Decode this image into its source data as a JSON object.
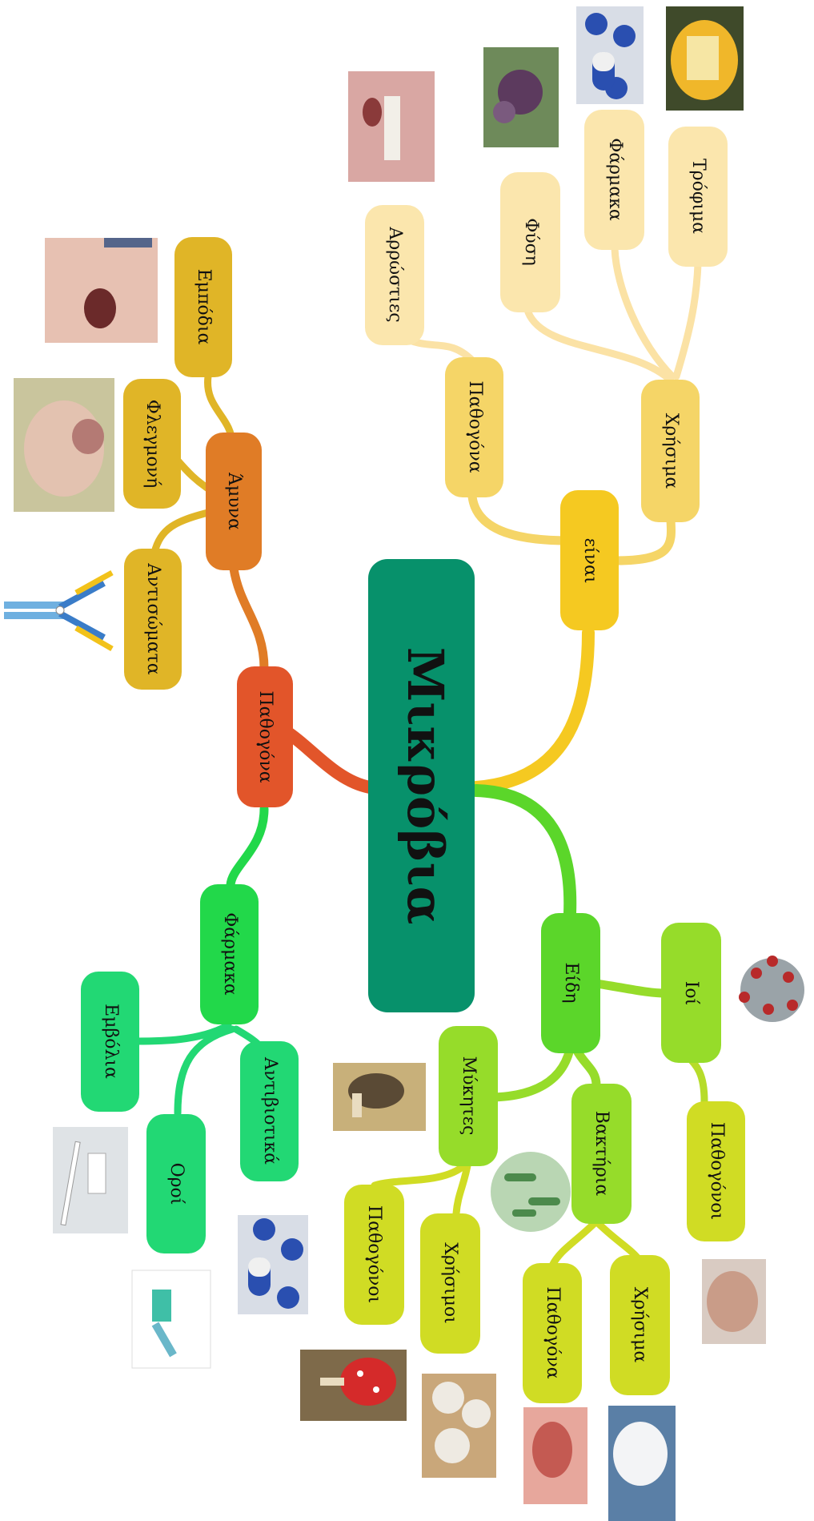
{
  "central": {
    "label": "Μικρόβια",
    "color": "#07916b"
  },
  "nodes": {
    "pathogona": "Παθογόνα",
    "amyna": "Άμυνα",
    "empodia": "Εμπόδια",
    "flegmoni": "Φλεγμονή",
    "antisomata": "Αντισώματα",
    "farmaka": "Φάρμακα",
    "emvolia": "Εμβόλια",
    "oroi": "Οροί",
    "antiviotika": "Αντιβιοτικά",
    "einai": "είναι",
    "pathogona2": "Παθογόνα",
    "arrostie": "Αρρώστιες",
    "xrisima": "Χρήσιμα",
    "fysi": "Φύση",
    "farmaka2": "Φάρμακα",
    "trofima": "Τρόφιμα",
    "eidi": "Είδη",
    "ioi": "Ιοί",
    "ioi_pathogonoi": "Παθογόνοι",
    "mykites": "Μύκητες",
    "myk_pathogonoi": "Παθογόνοι",
    "myk_xrisimoi": "Χρήσιμοι",
    "vaktiria": "Βακτήρια",
    "vakt_pathogona": "Παθογόνα",
    "vakt_xrisima": "Χρήσιμα"
  },
  "icons": [
    "antibody-icon",
    "toe-infection-photo",
    "cheek-wound-photo",
    "lip-sore-photo",
    "plant-photo",
    "pills-photo",
    "cheese-photo",
    "virus-icon",
    "morel-mushroom-photo",
    "bacteria-photo",
    "hand-photo",
    "syringe-vial-photo",
    "vaccine-vial-photo",
    "pills-photo-2",
    "amanita-mushroom-photo",
    "white-mushrooms-photo",
    "skin-rash-photo",
    "yogurt-photo"
  ],
  "colors": {
    "red": "#e2552a",
    "orange": "#e07c26",
    "gold": "#e0b527",
    "yellow": "#f5c921",
    "pale": "#fbe6ad",
    "green": "#22d84a",
    "mint": "#22d874",
    "lime": "#5bd62a",
    "lime2": "#96dc2a",
    "yellowgreen": "#d0dc24"
  }
}
